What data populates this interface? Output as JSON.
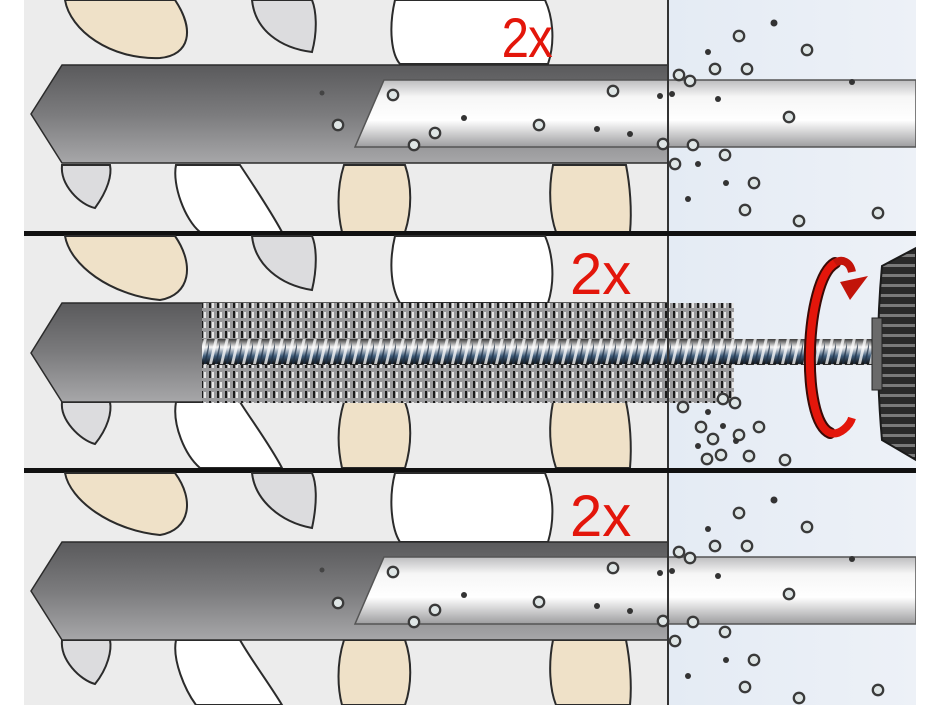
{
  "figure": {
    "type": "instructional-diagram",
    "subject": "Cleaning a drilled hole in masonry before anchor installation",
    "colors": {
      "masonry_bg": "#ececec",
      "aggregate_beige": "#efe1c8",
      "aggregate_grey": "#dcdcde",
      "aggregate_white": "#ffffff",
      "hole_dark": "#5e5e60",
      "blowpipe_light": "#efefef",
      "air_zone": "#e8eef6",
      "label_red": "#e3160b",
      "rotation_arrow_red": "#e3160b",
      "divider": "#111111"
    },
    "panels": [
      {
        "step": 1,
        "label": "2x",
        "action": "blow-out",
        "tool": "blow-out-pipe"
      },
      {
        "step": 2,
        "label": "2x",
        "action": "brush-out",
        "tool": "cleaning-brush",
        "rotation_indicator": "clockwise-arrow"
      },
      {
        "step": 3,
        "label": "2x",
        "action": "blow-out",
        "tool": "blow-out-pipe"
      }
    ]
  }
}
